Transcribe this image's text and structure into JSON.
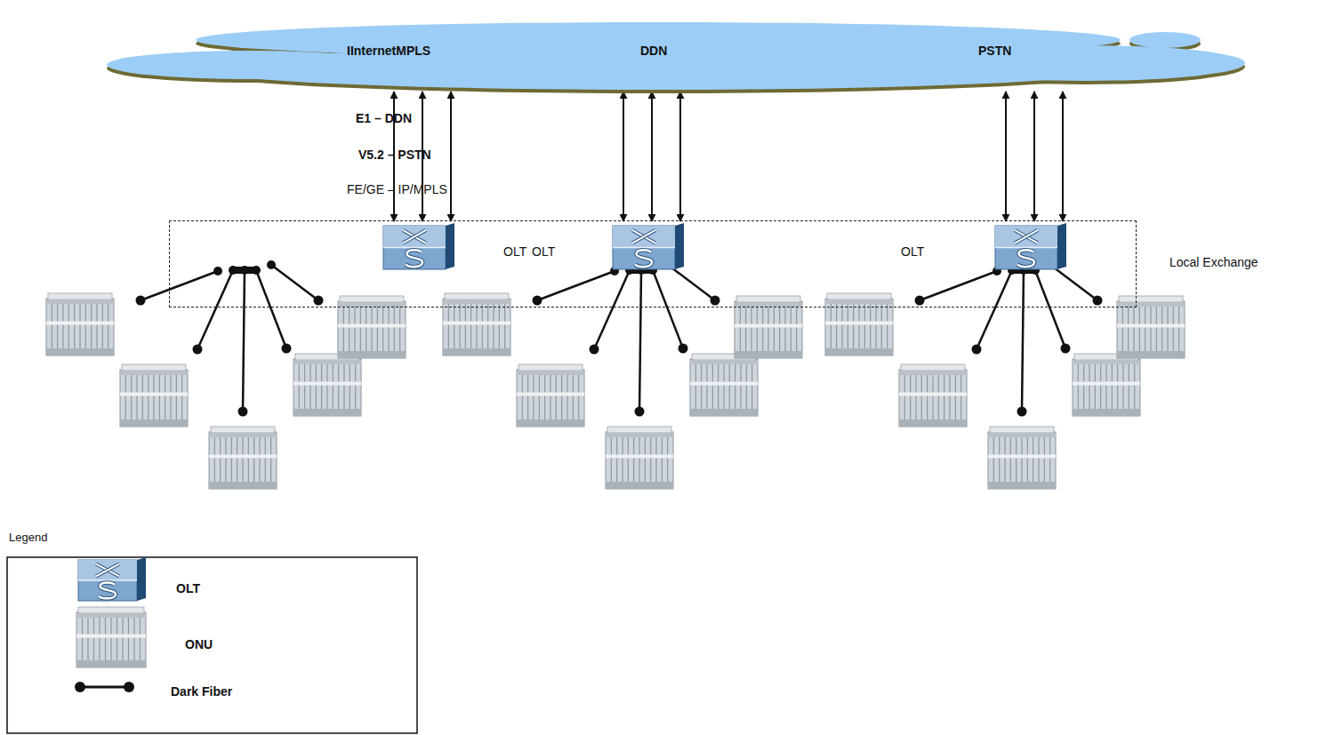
{
  "diagram": {
    "nodes": [
      {
        "text": [
          "IInternetMPLS",
          "DDN",
          "PSTN"
        ]
      },
      {
        "text": [
          "Local Exchange"
        ]
      },
      {
        "text": [
          "OLT"
        ],
        "in": 1
      },
      {
        "text": [
          "OLT"
        ],
        "in": 1
      },
      {
        "text": [
          "OLT"
        ],
        "in": 1
      }
    ],
    "edges": [
      {
        "from": 2,
        "to": 0,
        "arrow": "both"
      },
      {
        "from": 2,
        "to": 0,
        "arrow": "both"
      },
      {
        "from": 2,
        "to": 0,
        "arrow": "both"
      },
      {
        "from": 3,
        "to": 0,
        "arrow": "both"
      },
      {
        "from": 3,
        "to": 0,
        "arrow": "both"
      },
      {
        "from": 3,
        "to": 0,
        "arrow": "both"
      },
      {
        "from": 4,
        "to": 0,
        "arrow": "both"
      },
      {
        "from": 4,
        "to": 0,
        "arrow": "both"
      },
      {
        "from": 4,
        "to": 0,
        "arrow": "both"
      }
    ],
    "labels": [
      "E1 – DDN",
      "V5.2 – PSTN",
      "FE/GE – IP/MPLS",
      "Legend"
    ],
    "legend": [
      {
        "text": "OLT"
      },
      {
        "text": "ONU"
      },
      {
        "text": "Dark Fiber"
      }
    ]
  }
}
